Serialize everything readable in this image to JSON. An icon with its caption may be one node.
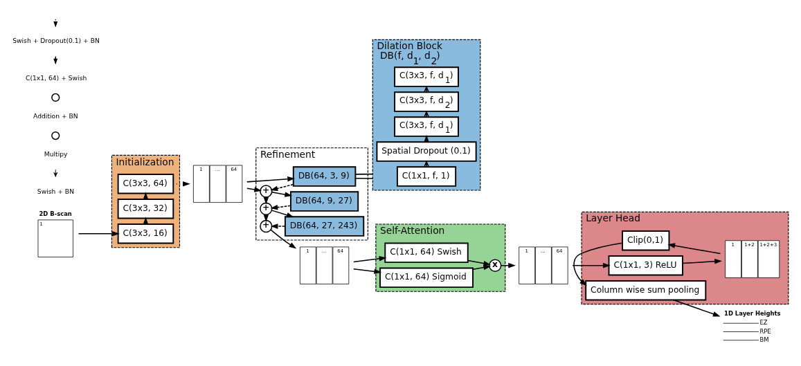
{
  "diagram": {
    "nodes": [
      {
        "text": [
          "1"
        ],
        "beside": [
          "2D B-scan"
        ]
      },
      {
        "text": [
          "Initialization"
        ]
      },
      {
        "text": [
          "C(3x3, 16)"
        ],
        "in": 1
      },
      {
        "text": [
          "C(3x3, 32)"
        ],
        "in": 1
      },
      {
        "text": [
          "C(3x3, 64)"
        ],
        "in": 1
      },
      {
        "text": [
          "1",
          "...",
          "64"
        ]
      },
      {
        "text": [
          "Refinement"
        ]
      },
      {
        "text": [
          "+"
        ],
        "in": 6
      },
      {
        "text": [
          "+"
        ],
        "in": 6
      },
      {
        "text": [
          "+"
        ],
        "in": 6
      },
      {
        "text": [
          "DB(64, 3, 9)"
        ],
        "in": 6
      },
      {
        "text": [
          "DB(64, 9, 27)"
        ],
        "in": 6
      },
      {
        "text": [
          "DB(64, 27, 243)"
        ],
        "in": 6
      },
      {
        "text": [
          "Dilation Block",
          "DB(f, d$_{1}$, d$_{2}$)"
        ]
      },
      {
        "text": [
          "C(1x1, f, 1)"
        ],
        "in": 13
      },
      {
        "text": [
          "Spatial Dropout (0.1)"
        ],
        "in": 13
      },
      {
        "text": [
          "C(3x3, f, d$_{1}$)"
        ],
        "in": 13
      },
      {
        "text": [
          "C(3x3, f, d$_{2}$)"
        ],
        "in": 13
      },
      {
        "text": [
          "C(3x3, f, d$_{1}$)"
        ],
        "in": 13
      },
      {
        "text": [
          "1",
          "...",
          "64"
        ]
      },
      {
        "text": [
          "Self-Attention"
        ]
      },
      {
        "text": [
          "C(1x1, 64) Swish"
        ],
        "in": 20
      },
      {
        "text": [
          "C(1x1, 64) Sigmoid"
        ],
        "in": 20
      },
      {
        "text": [
          "x"
        ],
        "in": 20
      },
      {
        "text": [
          "1",
          "...",
          "64"
        ]
      },
      {
        "text": [
          "Layer Head"
        ]
      },
      {
        "text": [
          "C(1x1, 3) ReLU"
        ],
        "in": 25
      },
      {
        "text": [
          "1",
          "1+2",
          "1+2+3"
        ],
        "in": 25
      },
      {
        "text": [
          "Clip(0,1)"
        ],
        "in": 25
      },
      {
        "text": [
          "Column wise sum pooling"
        ],
        "in": 25
      },
      {
        "text": [
          "1D Layer Heights",
          "EZ",
          "RPE",
          "BM"
        ]
      }
    ],
    "edges": [
      {
        "from": 0,
        "to": 2,
        "arrow": "to"
      },
      {
        "from": 2,
        "to": 3,
        "arrow": "to",
        "style": "dashed"
      },
      {
        "from": 3,
        "to": 4,
        "arrow": "to",
        "style": "dashed"
      },
      {
        "from": 4,
        "to": 5,
        "arrow": "to",
        "style": "dashed"
      },
      {
        "from": 5,
        "to": 7,
        "arrow": "to"
      },
      {
        "from": 5,
        "to": 10,
        "arrow": "to"
      },
      {
        "from": 10,
        "to": 7,
        "arrow": "to",
        "style": "dashed"
      },
      {
        "from": 7,
        "to": 8,
        "arrow": "to"
      },
      {
        "from": 7,
        "to": 11,
        "arrow": "to"
      },
      {
        "from": 11,
        "to": 8,
        "arrow": "to",
        "style": "dashed"
      },
      {
        "from": 8,
        "to": 9,
        "arrow": "to"
      },
      {
        "from": 8,
        "to": 12,
        "arrow": "to"
      },
      {
        "from": 12,
        "to": 9,
        "arrow": "to",
        "style": "dashed"
      },
      {
        "from": 10,
        "to": 13,
        "arrow": "none"
      },
      {
        "from": 10,
        "to": 13,
        "arrow": "none"
      },
      {
        "from": 14,
        "to": 15,
        "arrow": "to",
        "style": "dashed"
      },
      {
        "from": 15,
        "to": 16,
        "arrow": "to"
      },
      {
        "from": 16,
        "to": 17,
        "arrow": "to",
        "style": "dashed"
      },
      {
        "from": 17,
        "to": 18,
        "arrow": "to",
        "style": "dashed"
      },
      {
        "from": 9,
        "to": 19,
        "arrow": "to"
      },
      {
        "from": 19,
        "to": 21,
        "arrow": "to"
      },
      {
        "from": 19,
        "to": 22,
        "arrow": "to"
      },
      {
        "from": 21,
        "to": 23,
        "arrow": "to"
      },
      {
        "from": 22,
        "to": 23,
        "arrow": "to"
      },
      {
        "from": 23,
        "to": 24,
        "arrow": "to"
      },
      {
        "from": 24,
        "to": 26,
        "arrow": "to"
      },
      {
        "from": 26,
        "to": 27,
        "arrow": "to"
      },
      {
        "from": 27,
        "to": 28,
        "arrow": "to"
      },
      {
        "from": 28,
        "to": 29,
        "arrow": "to"
      },
      {
        "from": 29,
        "to": 30,
        "arrow": "to"
      }
    ],
    "legend": [
      {
        "text": "Swish + Dropout(0.1) + BN"
      },
      {
        "text": "C(1x1, 64) + Swish"
      },
      {
        "text": "Addition + BN"
      },
      {
        "text": "Multipy"
      },
      {
        "text": "Swish + BN"
      }
    ]
  }
}
